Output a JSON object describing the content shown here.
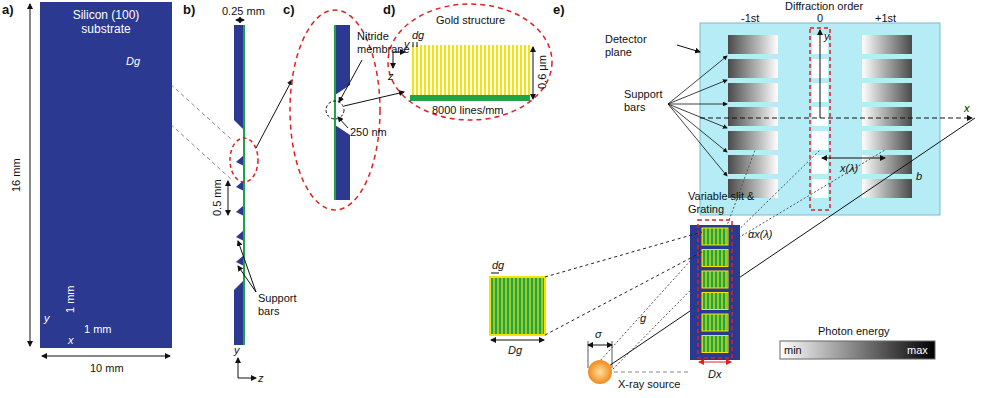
{
  "diagram": {
    "nodes": [
      {
        "text": [
          "Silicon (100) substrate"
        ]
      }
    ],
    "labels": [
      "a)",
      "16 mm",
      "10 mm",
      "Dg",
      "1 mm",
      "1 mm",
      "x",
      "y",
      "b)",
      "0.25 mm",
      "0.5 mm",
      "Support bars",
      "y",
      "z",
      "c)",
      "Nitride membrane",
      "250 nm",
      "d)",
      "Gold structure",
      "dg",
      "0.6 μm",
      "8000 lines/mm",
      "z",
      "y",
      "e)",
      "Diffraction order",
      "-1st",
      "0",
      "+1st",
      "y",
      "Detector plane",
      "Support bars",
      "x",
      "x(λ)",
      "b",
      "Variable slit & Grating",
      "αx(λ)",
      "dg",
      "Dg",
      "Dx",
      "g",
      "σ",
      "X-ray source",
      "Photon energy",
      "min",
      "max"
    ]
  }
}
